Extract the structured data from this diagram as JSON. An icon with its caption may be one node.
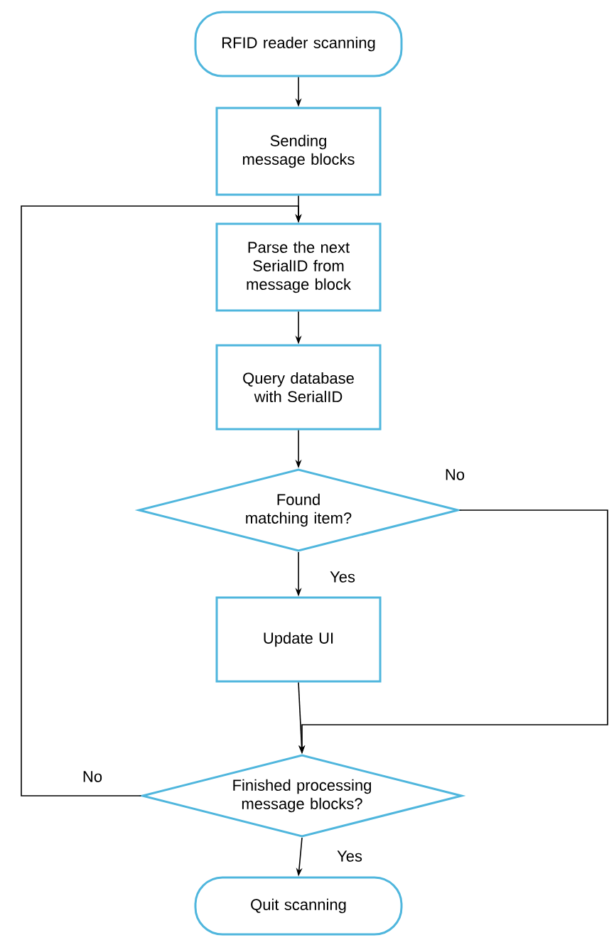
{
  "diagram": {
    "nodes": [
      {
        "text": [
          "RFID reader scanning"
        ]
      },
      {
        "text": [
          "Sending message blocks"
        ]
      },
      {
        "text": [
          "Parse the next SerialID from message block"
        ]
      },
      {
        "text": [
          "Query database with SerialID"
        ]
      },
      {
        "text": [
          "Found matching item?"
        ]
      },
      {
        "text": [
          "Update UI"
        ]
      },
      {
        "text": [
          "Finished processing message blocks?"
        ]
      },
      {
        "text": [
          "Quit scanning"
        ]
      }
    ],
    "edges": [
      {
        "from": 0,
        "to": 1,
        "arrow": "to"
      },
      {
        "from": 1,
        "to": 2,
        "arrow": "to"
      },
      {
        "from": 2,
        "to": 3,
        "arrow": "to"
      },
      {
        "from": 3,
        "to": 4,
        "arrow": "to"
      },
      {
        "from": 4,
        "to": 5,
        "arrow": "to",
        "label": "Yes"
      },
      {
        "from": 4,
        "to": 6,
        "arrow": "to",
        "label": "No"
      },
      {
        "from": 5,
        "to": 6,
        "arrow": "to"
      },
      {
        "from": 6,
        "to": 2,
        "arrow": "to",
        "label": "No"
      },
      {
        "from": 6,
        "to": 7,
        "arrow": "to",
        "label": "Yes"
      }
    ]
  }
}
